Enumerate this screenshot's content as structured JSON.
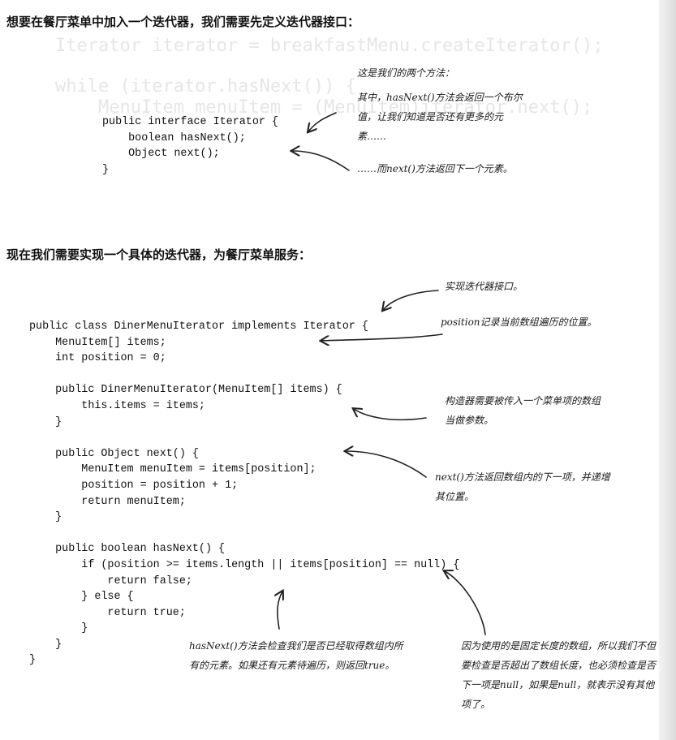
{
  "headings": {
    "h1": "想要在餐厅菜单中加入一个迭代器，我们需要先定义迭代器接口：",
    "h2": "现在我们需要实现一个具体的迭代器，为餐厅菜单服务："
  },
  "interface_code": "public interface Iterator {\n    boolean hasNext();\n    Object next();\n}",
  "class_code": "public class DinerMenuIterator implements Iterator {\n    MenuItem[] items;\n    int position = 0;\n\n    public DinerMenuIterator(MenuItem[] items) {\n        this.items = items;\n    }\n\n    public Object next() {\n        MenuItem menuItem = items[position];\n        position = position + 1;\n        return menuItem;\n    }\n\n    public boolean hasNext() {\n        if (position >= items.length || items[position] == null) {\n            return false;\n        } else {\n            return true;\n        }\n    }\n}",
  "notes": {
    "two_methods": "这是我们的两个方法：",
    "hasnext_desc": "其中，hasNext()方法会返回一个布尔值，让我们知道是否还有更多的元素……",
    "next_desc": "……而next()方法返回下一个元素。",
    "implements": "实现迭代器接口。",
    "position": "position记录当前数组遍历的位置。",
    "constructor": "构造器需要被传入一个菜单项的数组当做参数。",
    "next_impl": "next()方法返回数组内的下一项，并递增其位置。",
    "hasnext_check": "hasNext()方法会检查我们是否已经取得数组内所有的元素。如果还有元素待遍历，则返回true。",
    "fixed_length": "因为使用的是固定长度的数组，所以我们不但要检查是否超出了数组长度，也必须检查是否下一项是null，如果是null，就表示没有其他项了。"
  },
  "background_ghost": {
    "line1": "Iterator iterator = breakfastMenu.createIterator();",
    "line2": "while (iterator.hasNext()) {",
    "line3": "    MenuItem menuItem = (MenuItem)iterator.next();"
  }
}
